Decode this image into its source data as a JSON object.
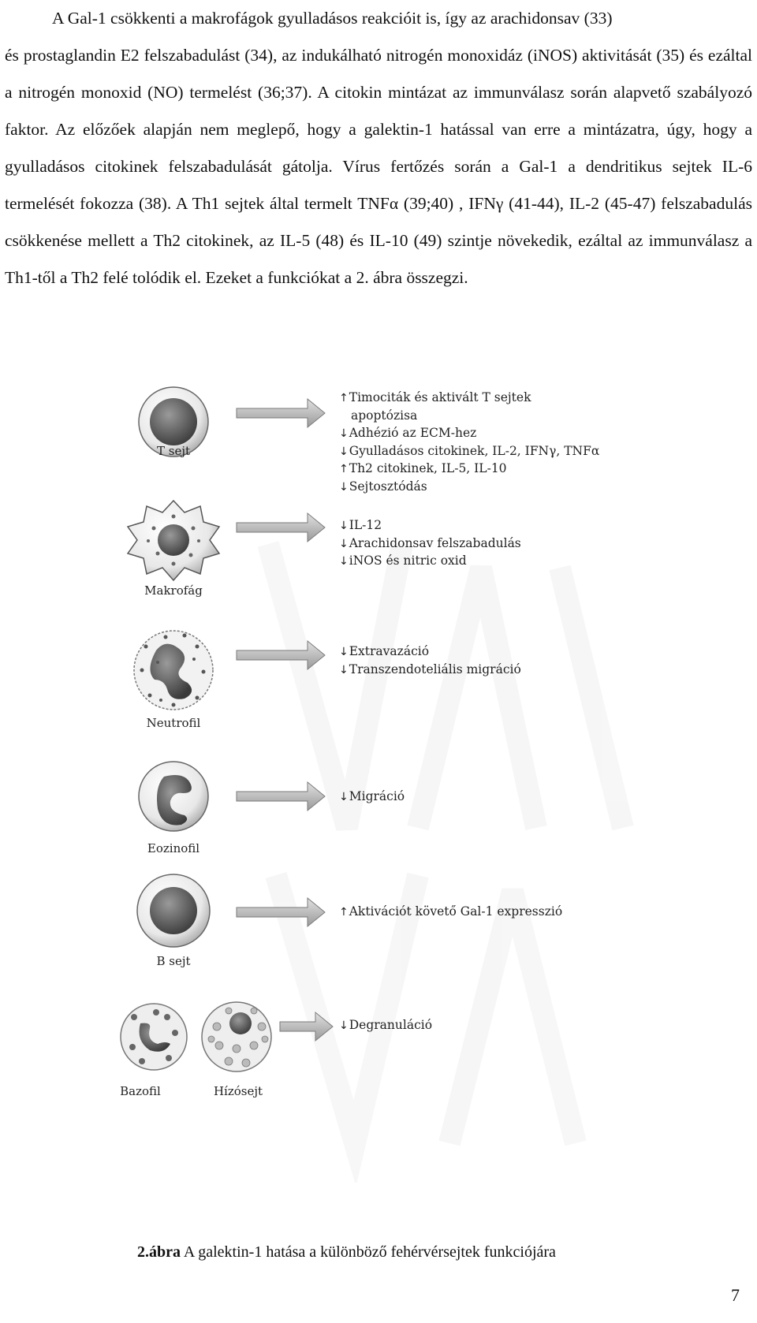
{
  "paragraph": {
    "first_line": "A Gal-1 csökkenti a makrofágok gyulladásos reakcióit is, így az arachidonsav (33)",
    "rest": "és prostaglandin E2 felszabadulást (34), az indukálható nitrogén monoxidáz (iNOS) aktivitását (35) és ezáltal a nitrogén monoxid (NO) termelést (36;37). A citokin mintázat az immunválasz során alapvető szabályozó faktor. Az előzőek alapján nem meglepő, hogy a galektin-1 hatással van erre a mintázatra, úgy, hogy a gyulladásos citokinek felszabadulását gátolja. Vírus fertőzés során a Gal-1 a dendritikus sejtek IL-6 termelését fokozza (38). A Th1 sejtek által termelt TNFα (39;40) , IFNγ (41-44), IL-2 (45-47) felszabadulás csökkenése mellett a Th2 citokinek, az IL-5 (48) és IL-10 (49) szintje növekedik, ezáltal az immunválasz a Th1-től a Th2 felé tolódik el. Ezeket a funkciókat a 2. ábra összegzi."
  },
  "figure": {
    "cells": [
      {
        "label": "T sejt",
        "effects": [
          {
            "arrow": "↑",
            "text": "Timociták és aktivált T sejtek"
          },
          {
            "arrow": "",
            "text": "apoptózisa"
          },
          {
            "arrow": "↓",
            "text": "Adhézió az ECM-hez"
          },
          {
            "arrow": "↓",
            "text": "Gyulladásos citokinek, IL-2, IFNγ, TNFα"
          },
          {
            "arrow": "↑",
            "text": "Th2 citokinek, IL-5, IL-10"
          },
          {
            "arrow": "↓",
            "text": "Sejtosztódás"
          }
        ]
      },
      {
        "label": "Makrofág",
        "effects": [
          {
            "arrow": "↓",
            "text": "IL-12"
          },
          {
            "arrow": "↓",
            "text": "Arachidonsav felszabadulás"
          },
          {
            "arrow": "↓",
            "text": "iNOS és nitric oxid"
          }
        ]
      },
      {
        "label": "Neutrofil",
        "effects": [
          {
            "arrow": "↓",
            "text": "Extravazáció"
          },
          {
            "arrow": "↓",
            "text": "Transzendoteliális migráció"
          }
        ]
      },
      {
        "label": "Eozinofil",
        "effects": [
          {
            "arrow": "↓",
            "text": "Migráció"
          }
        ]
      },
      {
        "label": "B sejt",
        "effects": [
          {
            "arrow": "↑",
            "text": "Aktivációt követő Gal-1 expresszió"
          }
        ]
      },
      {
        "label_left": "Bazofil",
        "label_right": "Hízósejt",
        "effects": [
          {
            "arrow": "↓",
            "text": "Degranuláció"
          }
        ]
      }
    ]
  },
  "caption": {
    "label": "2.ábra",
    "text": " A galektin-1 hatása a különböző fehérvérsejtek funkciójára"
  },
  "page_number": "7"
}
